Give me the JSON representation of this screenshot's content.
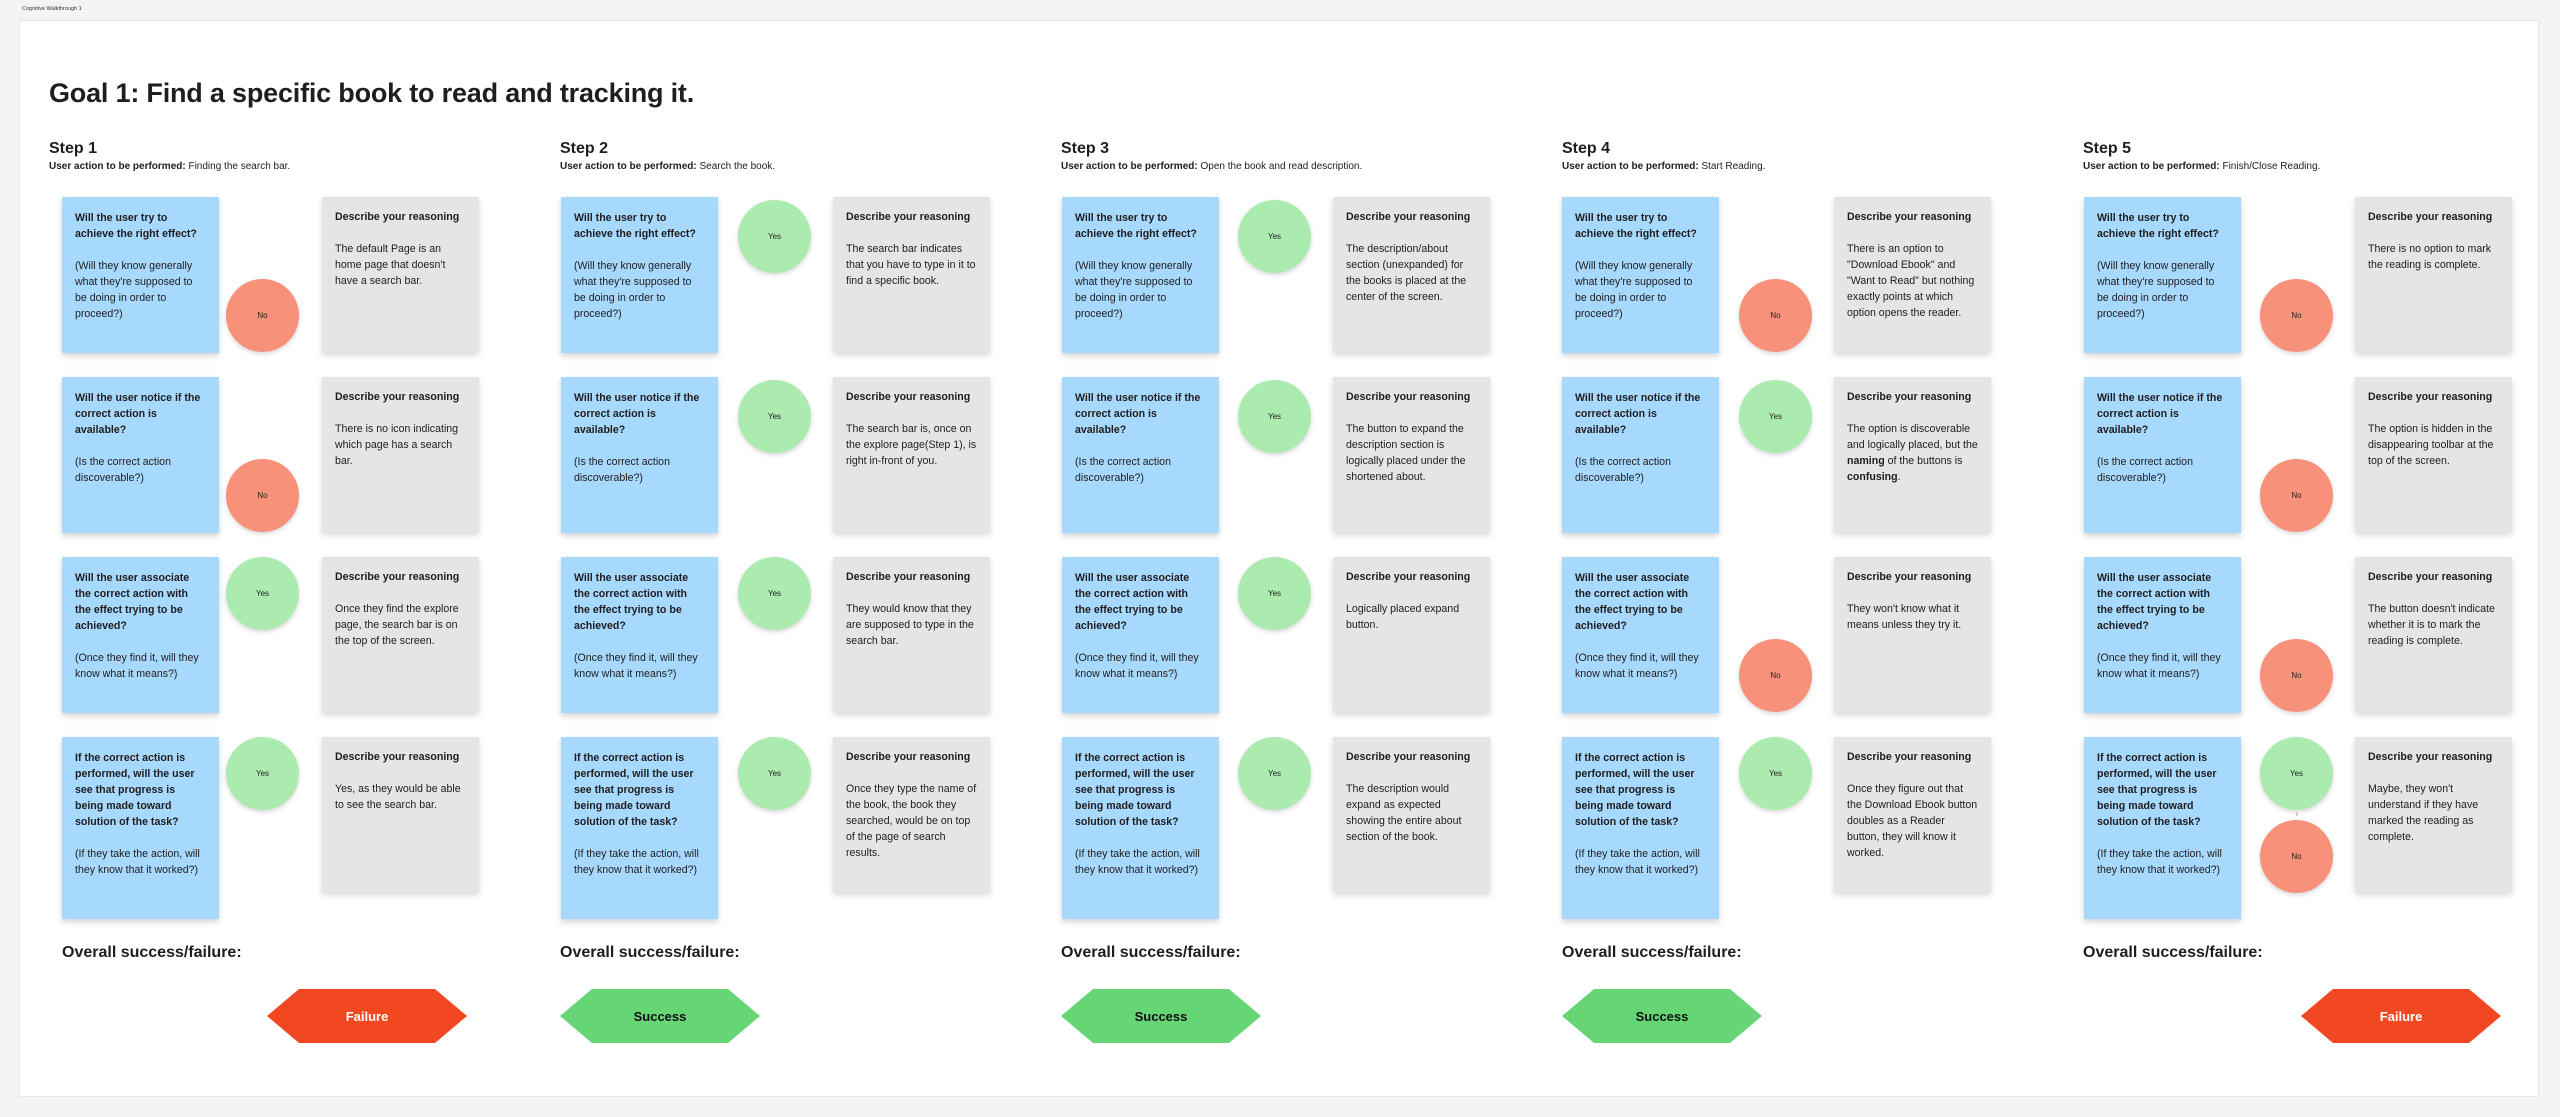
{
  "frame_label": "Cognitive Walkthrough 1",
  "goal_title": "Goal 1: Find a specific book to read and tracking it.",
  "action_prefix": "User action to be performed:",
  "overall_label": "Overall success/failure:",
  "reasoning_heading": "Describe your reasoning",
  "questions": [
    {
      "heading": "Will the user try to achieve the right effect?",
      "sub": "(Will they know generally what they're supposed to be doing in order to proceed?)"
    },
    {
      "heading": "Will the user notice if the correct action is available?",
      "sub": "(Is the correct action discoverable?)"
    },
    {
      "heading": "Will the user associate the correct action with the effect trying to be achieved?",
      "sub": "(Once they find it, will they know what it means?)"
    },
    {
      "heading": "If the correct action is performed, will the user see that progress is being made toward solution of the task?",
      "sub": "(If they take the action, will they know that it worked?)"
    }
  ],
  "colors": {
    "question_card": "#a7d8fd",
    "reasoning_card": "#e5e5e5",
    "yes": "#acebb0",
    "no": "#f7917a",
    "success": "#66d575",
    "failure": "#f24822"
  },
  "steps": [
    {
      "title": "Step 1",
      "action": "Finding the search bar.",
      "answers": [
        [
          "No"
        ],
        [
          "No"
        ],
        [
          "Yes"
        ],
        [
          "Yes"
        ]
      ],
      "reasoning": [
        "The default Page is an home page that doesn't have a search bar.",
        "There is no icon indicating which page has a search bar.",
        "Once they find the explore page, the search bar is on the top of the screen.",
        "Yes, as they would be able to see the search bar."
      ],
      "overall": "Failure"
    },
    {
      "title": "Step 2",
      "action": "Search the book.",
      "answers": [
        [
          "Yes"
        ],
        [
          "Yes"
        ],
        [
          "Yes"
        ],
        [
          "Yes"
        ]
      ],
      "reasoning": [
        "The search bar indicates that you have to type in it to find a specific book.",
        "The search bar is, once on the explore page(Step 1), is right in-front of you.",
        "They would know that they are supposed to type in the search bar.",
        "Once they type the name of the book, the book they searched, would be on top of the page of search results."
      ],
      "overall": "Success"
    },
    {
      "title": "Step 3",
      "action": "Open the book and read description.",
      "answers": [
        [
          "Yes"
        ],
        [
          "Yes"
        ],
        [
          "Yes"
        ],
        [
          "Yes"
        ]
      ],
      "reasoning": [
        "The description/about section (unexpanded) for the books is placed at the center of the screen.",
        "The button to expand the description section is logically placed under the shortened about.",
        "Logically placed expand button.",
        "The description would expand as expected showing the entire about section of the book."
      ],
      "overall": "Success"
    },
    {
      "title": "Step 4",
      "action": "Start Reading.",
      "answers": [
        [
          "No"
        ],
        [
          "Yes"
        ],
        [
          "No"
        ],
        [
          "Yes"
        ]
      ],
      "reasoning": [
        "There is an option to \"Download Ebook\" and \"Want to Read\" but nothing exactly points at which option opens the reader.",
        "The option is discoverable and logically placed, but the naming of the buttons is confusing.",
        "They won't know what it means unless they try it.",
        "Once they figure out that the Download Ebook button doubles as a Reader button, they will know it worked."
      ],
      "reasoning_2_parts": [
        "The option is discoverable and logically placed, but the ",
        "naming",
        " of the buttons is ",
        "confusing",
        "."
      ],
      "overall": "Success"
    },
    {
      "title": "Step 5",
      "action": "Finish/Close Reading.",
      "answers": [
        [
          "No"
        ],
        [
          "No"
        ],
        [
          "No"
        ],
        [
          "Yes",
          "No"
        ]
      ],
      "reasoning": [
        "There is no option to mark the reading is complete.",
        "The option is hidden in the disappearing toolbar at the top of the screen.",
        "The button doesn't indicate whether it is to mark the reading is complete.",
        "Maybe, they won't understand if they have marked the reading as complete."
      ],
      "overall": "Failure"
    }
  ]
}
